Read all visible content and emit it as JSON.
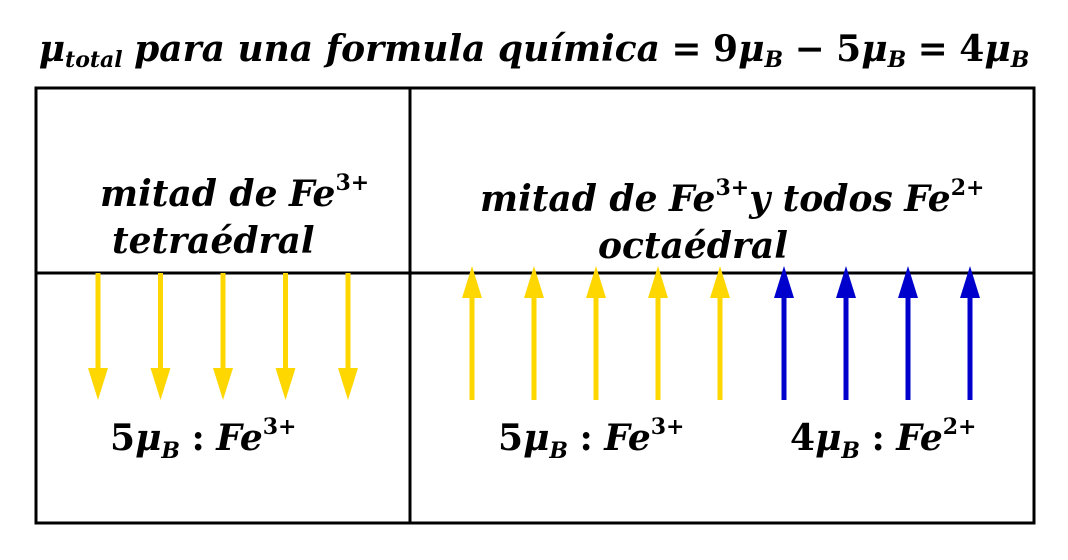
{
  "title": {
    "mu": "μ",
    "mu_sub": "total",
    "text": "para una formula química",
    "eq1": "=",
    "n1": "9",
    "minus": "−",
    "n2": "5",
    "eq2": "=",
    "n3": "4",
    "sub_B": "B"
  },
  "left": {
    "header_line1_text": "mitad de",
    "header_line1_ion": "Fe",
    "header_line1_charge": "3+",
    "header_line2": "tetraédral",
    "moment_number": "5",
    "moment_mu": "μ",
    "moment_sub": "B",
    "moment_colon": ":",
    "moment_ion": "Fe",
    "moment_charge": "3+",
    "arrow_direction": "down",
    "arrow_count": 5,
    "arrow_color": "#FFD700"
  },
  "right": {
    "header_line1_text": "mitad de",
    "header_line1_ion": "Fe",
    "header_line1_charge": "3+",
    "header_line1_mid": "y todos",
    "header_line1_ion2": "Fe",
    "header_line1_charge2": "2+",
    "header_line2": "octaédral",
    "group1": {
      "moment_number": "5",
      "moment_mu": "μ",
      "moment_sub": "B",
      "moment_colon": ":",
      "moment_ion": "Fe",
      "moment_charge": "3+",
      "arrow_direction": "up",
      "arrow_count": 5,
      "arrow_color": "#FFD700"
    },
    "group2": {
      "moment_number": "4",
      "moment_mu": "μ",
      "moment_sub": "B",
      "moment_colon": ":",
      "moment_ion": "Fe",
      "moment_charge": "2+",
      "arrow_direction": "up",
      "arrow_count": 4,
      "arrow_color": "#0000CC"
    }
  }
}
